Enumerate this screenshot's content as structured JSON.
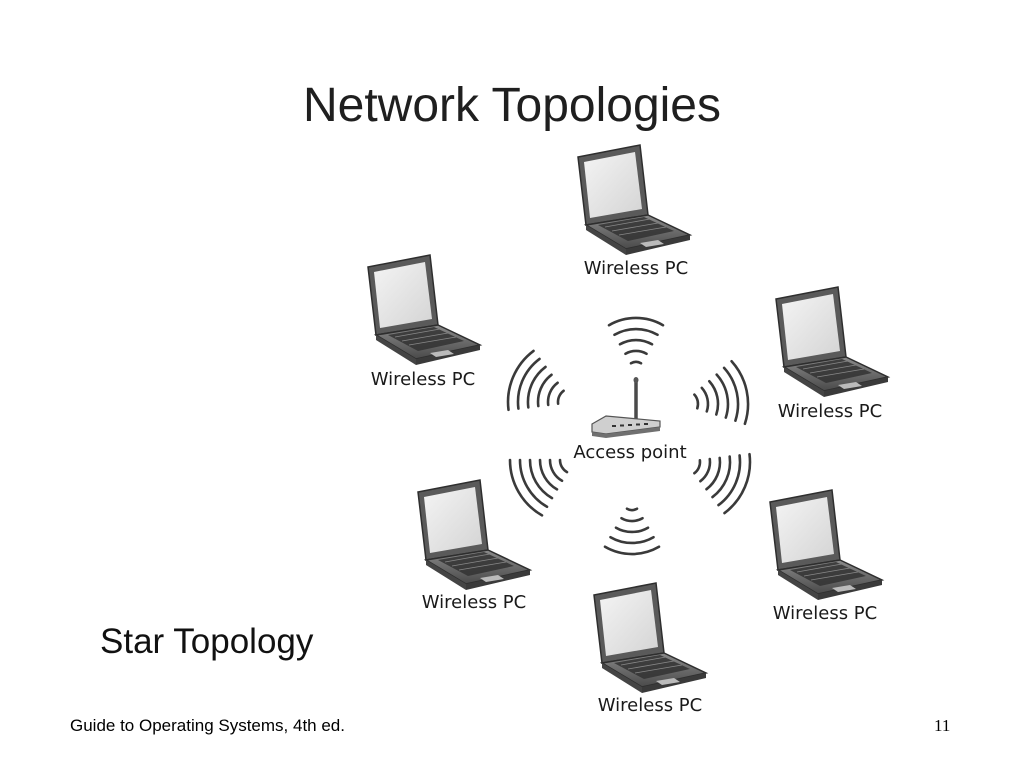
{
  "slide": {
    "title": "Network Topologies",
    "subtitle": "Star Topology",
    "footer": "Guide to Operating Systems, 4th ed.",
    "page_number": "11"
  },
  "diagram": {
    "hub_label": "Access point",
    "nodes": [
      {
        "label": "Wireless PC"
      },
      {
        "label": "Wireless PC"
      },
      {
        "label": "Wireless PC"
      },
      {
        "label": "Wireless PC"
      },
      {
        "label": "Wireless PC"
      },
      {
        "label": "Wireless PC"
      }
    ]
  }
}
